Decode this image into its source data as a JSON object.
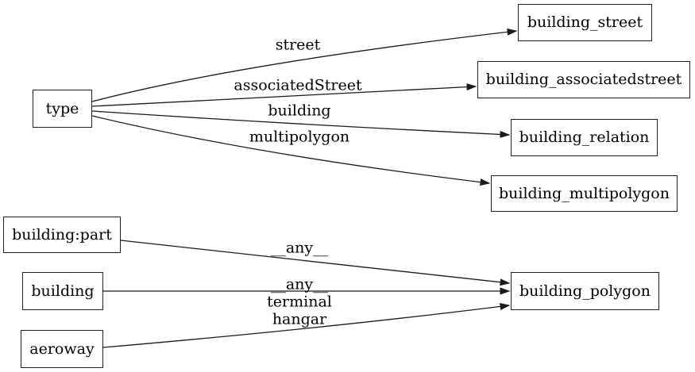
{
  "diagram": {
    "kind": "directed-graph",
    "background_color": "#ffffff",
    "edge_color": "#1a1a1a",
    "node_border_color": "#1f1f1f",
    "text_color": "#000000",
    "nodes": [
      {
        "id": "type",
        "label": "type"
      },
      {
        "id": "building_street",
        "label": "building_street"
      },
      {
        "id": "building_associatedstreet",
        "label": "building_associatedstreet"
      },
      {
        "id": "building_relation",
        "label": "building_relation"
      },
      {
        "id": "building_multipolygon",
        "label": "building_multipolygon"
      },
      {
        "id": "building:part",
        "label": "building:part"
      },
      {
        "id": "building",
        "label": "building"
      },
      {
        "id": "aeroway",
        "label": "aeroway"
      },
      {
        "id": "building_polygon",
        "label": "building_polygon"
      }
    ],
    "edges": [
      {
        "from": "type",
        "to": "building_street",
        "label": "street"
      },
      {
        "from": "type",
        "to": "building_associatedstreet",
        "label": "associatedStreet"
      },
      {
        "from": "type",
        "to": "building_relation",
        "label": "building"
      },
      {
        "from": "type",
        "to": "building_multipolygon",
        "label": "multipolygon"
      },
      {
        "from": "building:part",
        "to": "building_polygon",
        "label": "__any__"
      },
      {
        "from": "building",
        "to": "building_polygon",
        "label": "__any__"
      },
      {
        "from": "aeroway",
        "to": "building_polygon",
        "labels": [
          "terminal",
          "hangar"
        ]
      }
    ]
  }
}
